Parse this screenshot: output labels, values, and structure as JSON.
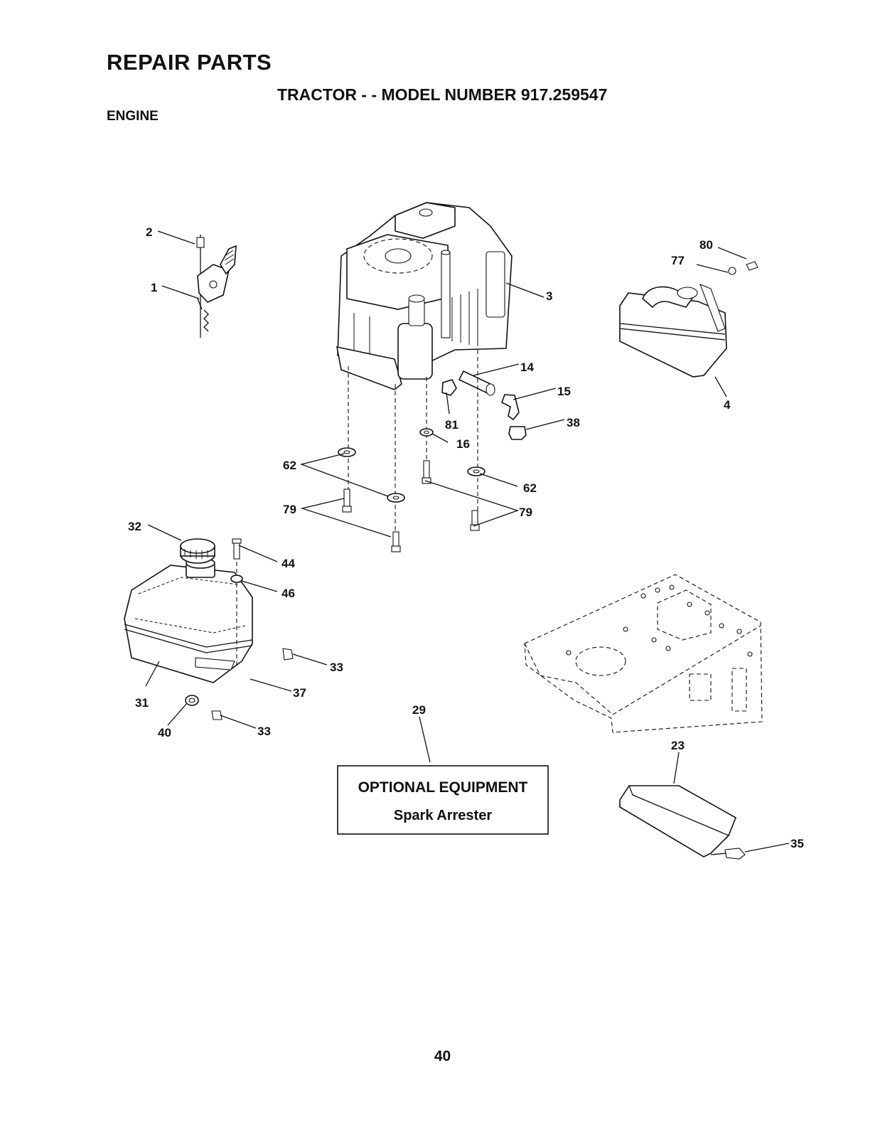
{
  "header": {
    "title": "REPAIR PARTS",
    "subtitle": "TRACTOR - - MODEL NUMBER 917.259547",
    "section": "ENGINE"
  },
  "callouts": {
    "c1": "1",
    "c2": "2",
    "c3": "3",
    "c4": "4",
    "c14": "14",
    "c15": "15",
    "c16": "16",
    "c23": "23",
    "c29": "29",
    "c31": "31",
    "c32": "32",
    "c33a": "33",
    "c33b": "33",
    "c35": "35",
    "c37": "37",
    "c38": "38",
    "c40": "40",
    "c44": "44",
    "c46": "46",
    "c62a": "62",
    "c62b": "62",
    "c77": "77",
    "c79a": "79",
    "c79b": "79",
    "c80": "80",
    "c81": "81"
  },
  "optional_box": {
    "title": "OPTIONAL EQUIPMENT",
    "item": "Spark Arrester"
  },
  "footer": {
    "page_number": "40"
  }
}
